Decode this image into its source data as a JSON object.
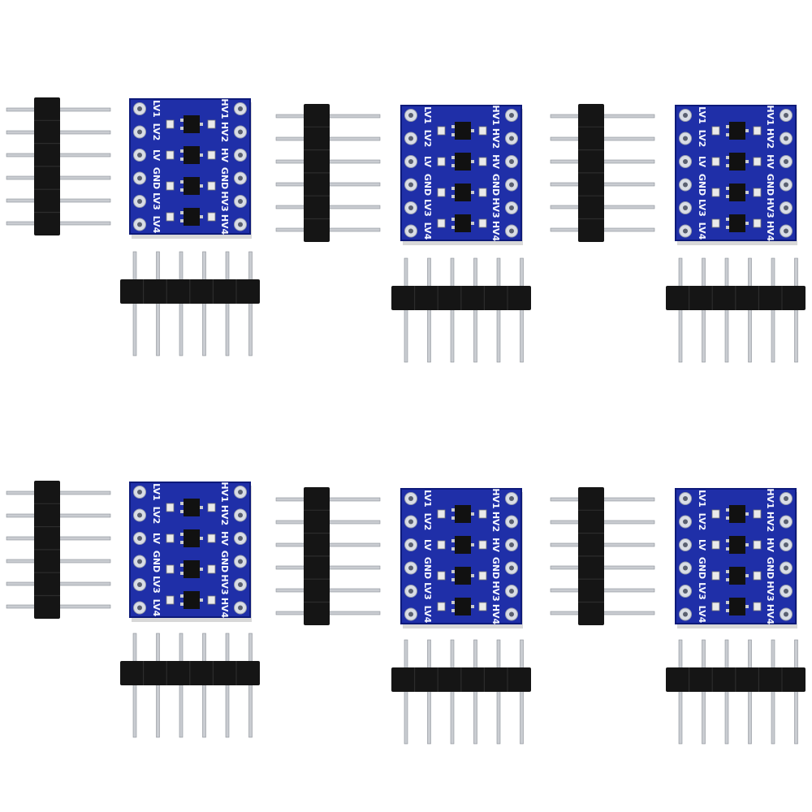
{
  "image": {
    "background": "#ffffff",
    "pcb_color": "#1f2fa8",
    "pcb_edge": "#0d1a7a",
    "pad_color": "#d9dde6",
    "chip_color": "#111111",
    "header_plastic": "#151515",
    "pin_color": "#c9ccd1"
  },
  "module": {
    "left_labels": [
      "LV1",
      "LV2",
      "LV",
      "GND",
      "LV3",
      "LV4"
    ],
    "right_labels": [
      "HV1",
      "HV2",
      "HV",
      "GND",
      "HV3",
      "HV4"
    ]
  },
  "kit": {
    "module_count": 6,
    "header_count": 12,
    "pins_per_header": 6
  }
}
